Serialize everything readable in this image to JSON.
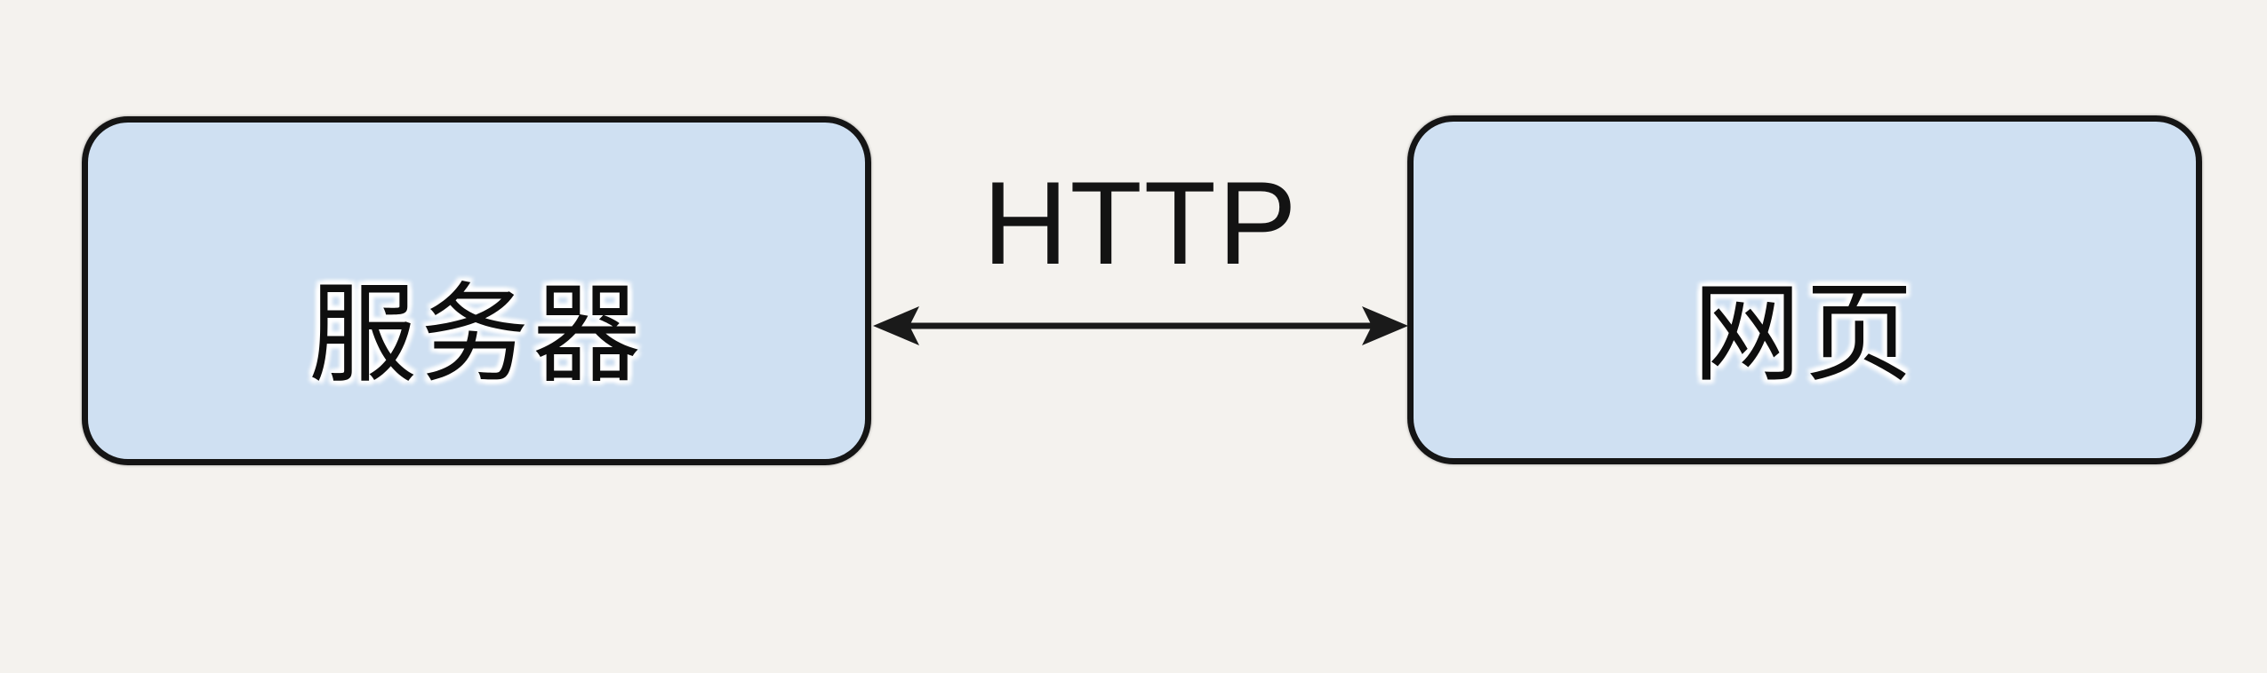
{
  "diagram": {
    "background_color": "#f4f2ee",
    "node_fill": "#cfe0f2",
    "node_border_color": "#151515",
    "nodes": [
      {
        "id": "server",
        "label": "服务器"
      },
      {
        "id": "webpage",
        "label": "网页"
      }
    ],
    "connection": {
      "label": "HTTP",
      "type": "bidirectional-arrow",
      "color": "#1a1a1a"
    }
  }
}
